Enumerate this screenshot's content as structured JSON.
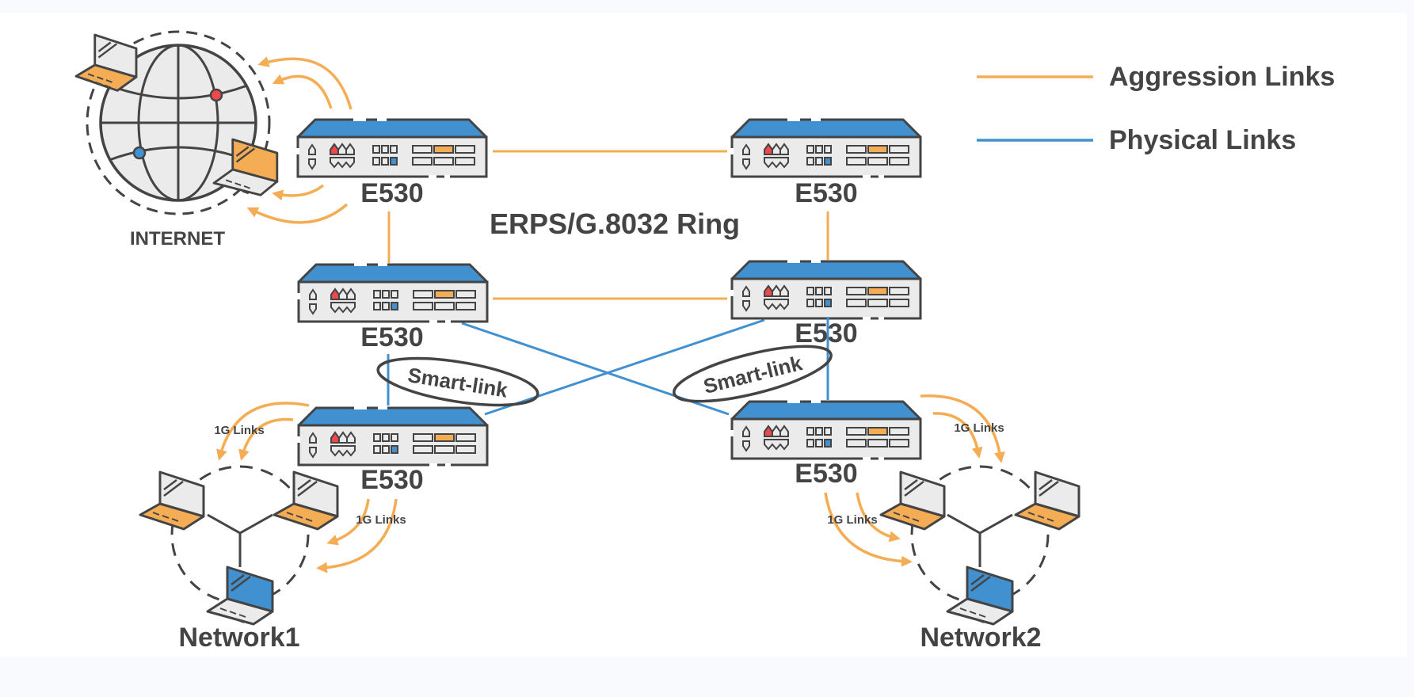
{
  "title": "ERPS/G.8032 Ring",
  "colors": {
    "aggression": "#f5ad55",
    "physical": "#4190d0",
    "outline": "#444444",
    "device_fill": "#ebebeb",
    "alert_red": "#ee4a4e",
    "page_bg": "#f9fafd"
  },
  "legend": [
    {
      "label": "Aggression Links",
      "type": "aggression"
    },
    {
      "label": "Physical Links",
      "type": "physical"
    }
  ],
  "internet": {
    "label": "INTERNET"
  },
  "switches": [
    {
      "id": "sw-top-left",
      "label": "E530"
    },
    {
      "id": "sw-top-right",
      "label": "E530"
    },
    {
      "id": "sw-mid-left",
      "label": "E530"
    },
    {
      "id": "sw-mid-right",
      "label": "E530"
    },
    {
      "id": "sw-bottom-left",
      "label": "E530"
    },
    {
      "id": "sw-bottom-right",
      "label": "E530"
    }
  ],
  "ring_label": "ERPS/G.8032 Ring",
  "smart_links": [
    {
      "label": "Smart-link"
    },
    {
      "label": "Smart-link"
    }
  ],
  "link_labels": [
    {
      "label": "1G Links"
    },
    {
      "label": "1G Links"
    },
    {
      "label": "1G Links"
    },
    {
      "label": "1G Links"
    }
  ],
  "networks": [
    {
      "label": "Network1"
    },
    {
      "label": "Network2"
    }
  ],
  "links": [
    {
      "from": "sw-top-left",
      "to": "sw-top-right",
      "type": "aggression"
    },
    {
      "from": "sw-top-left",
      "to": "sw-mid-left",
      "type": "aggression"
    },
    {
      "from": "sw-top-right",
      "to": "sw-mid-right",
      "type": "aggression"
    },
    {
      "from": "sw-mid-left",
      "to": "sw-mid-right",
      "type": "aggression"
    },
    {
      "from": "sw-mid-left",
      "to": "sw-bottom-left",
      "type": "physical"
    },
    {
      "from": "sw-mid-left",
      "to": "sw-bottom-right",
      "type": "physical"
    },
    {
      "from": "sw-mid-right",
      "to": "sw-bottom-left",
      "type": "physical"
    },
    {
      "from": "sw-mid-right",
      "to": "sw-bottom-right",
      "type": "physical"
    }
  ]
}
